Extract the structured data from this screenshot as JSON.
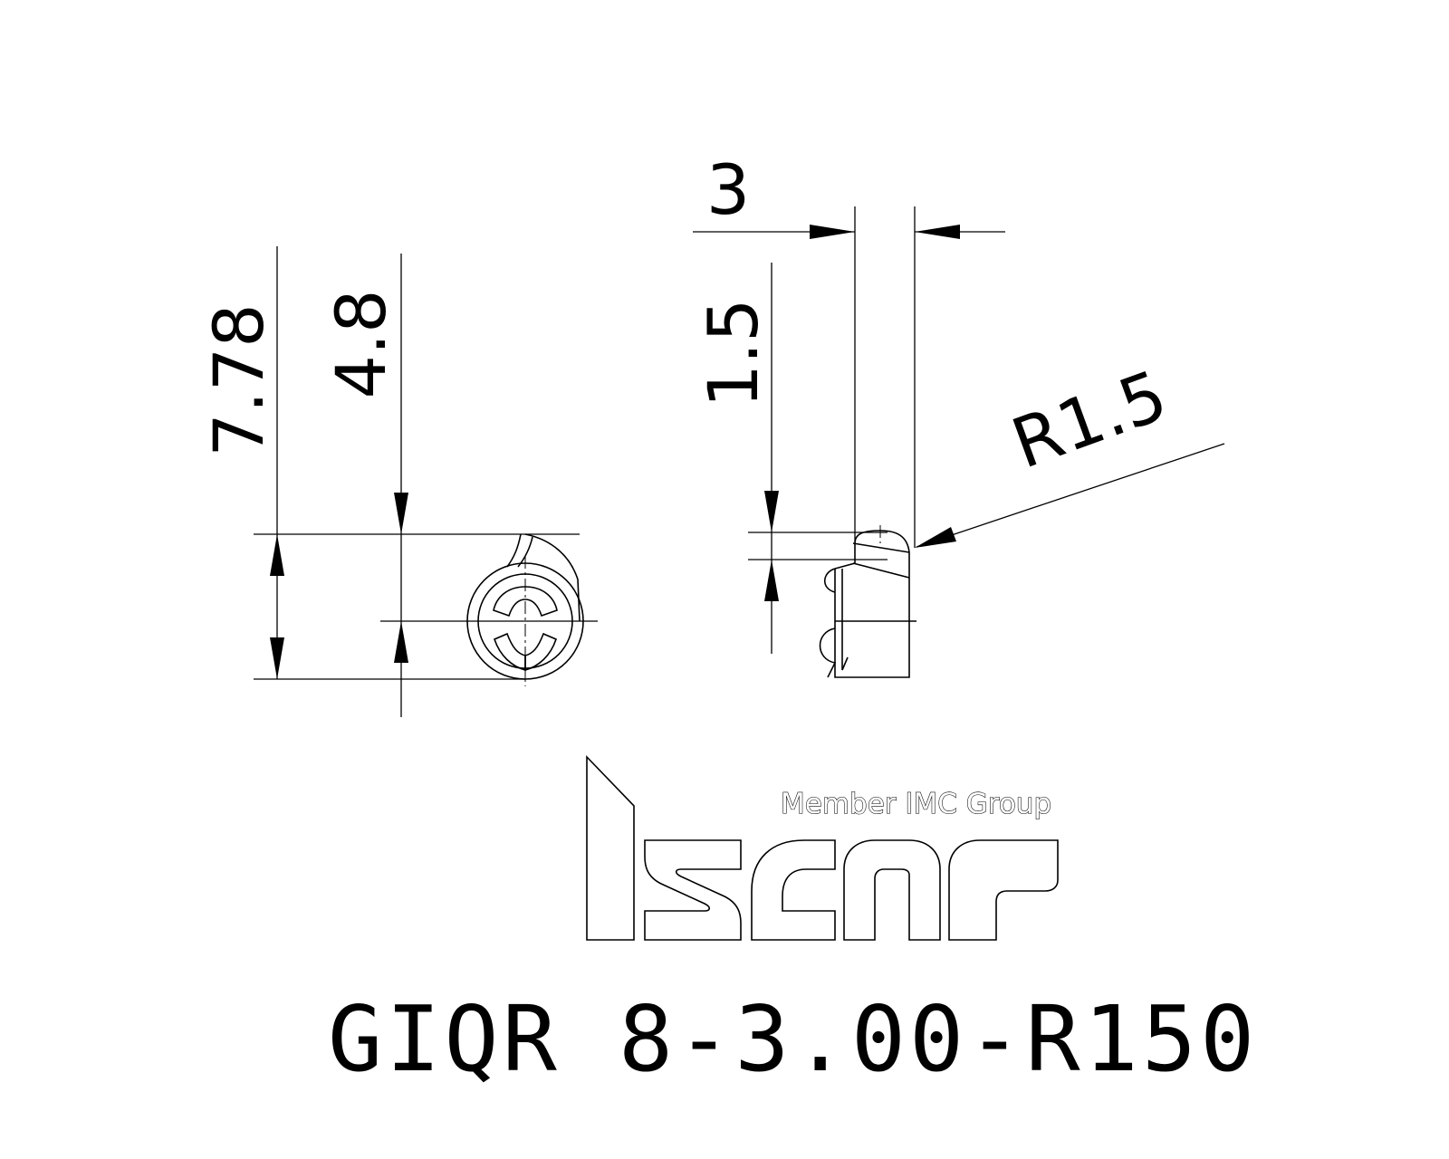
{
  "dimensions": {
    "overall_height": "7.78",
    "center_height": "4.8",
    "width": "3",
    "corner_height": "1.5",
    "corner_radius": "R1.5"
  },
  "logo": {
    "wordmark": "iscar",
    "tagline": "Member IMC Group"
  },
  "part_number": "GIQR 8-3.00-R150"
}
